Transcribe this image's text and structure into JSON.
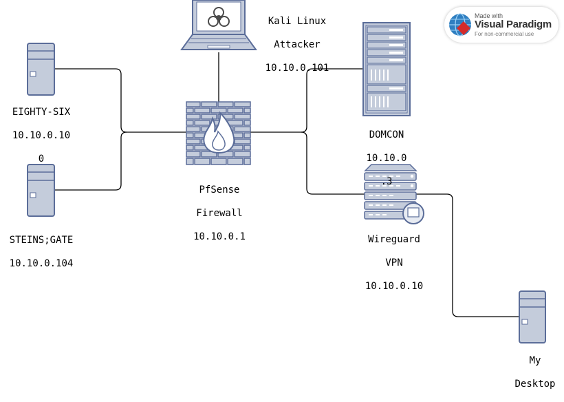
{
  "badge": {
    "made_with": "Made with",
    "brand": "Visual Paradigm",
    "note": "For non-commercial use"
  },
  "nodes": {
    "kali": {
      "line1": "Kali Linux",
      "line2": "Attacker",
      "ip": "10.10.0.101"
    },
    "eighty_six": {
      "name": "EIGHTY-SIX",
      "ip": "10.10.0.10",
      "ip_tail": "0"
    },
    "steins_gate": {
      "name": "STEINS;GATE",
      "ip": "10.10.0.104"
    },
    "pfsense": {
      "line1": "PfSense",
      "line2": "Firewall",
      "ip": "10.10.0.1"
    },
    "domcon": {
      "name": "DOMCON",
      "ip": "10.10.0",
      "ip_tail": ".3"
    },
    "wireguard": {
      "line1": "Wireguard",
      "line2": "VPN",
      "ip": "10.10.0.10"
    },
    "my_desktop": {
      "line1": "My",
      "line2": "Desktop"
    }
  },
  "colors": {
    "device_fill": "#c4ccdb",
    "device_stroke": "#5b6d99",
    "wire": "#000000"
  }
}
